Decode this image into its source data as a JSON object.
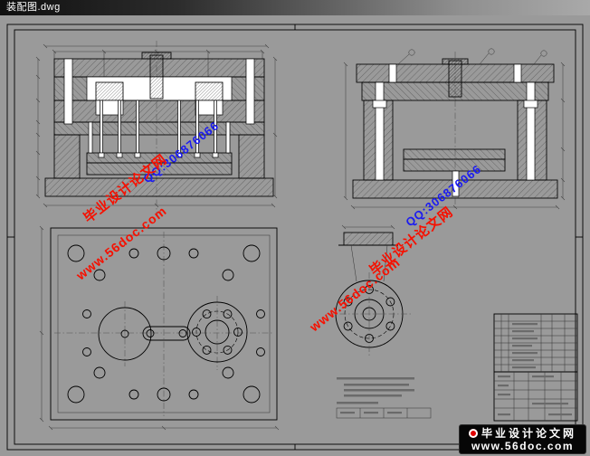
{
  "window": {
    "title": "装配图.dwg"
  },
  "watermark": {
    "site_name": "毕业设计论文网",
    "qq": "QQ:306876066",
    "url": "www.56doc.com",
    "red": "#f61000",
    "blue": "#1b1bf0"
  },
  "logo": {
    "line1": "毕业设计论文网",
    "line2": "www.56doc.com",
    "background": "#060606",
    "text_color": "#ffffff"
  }
}
